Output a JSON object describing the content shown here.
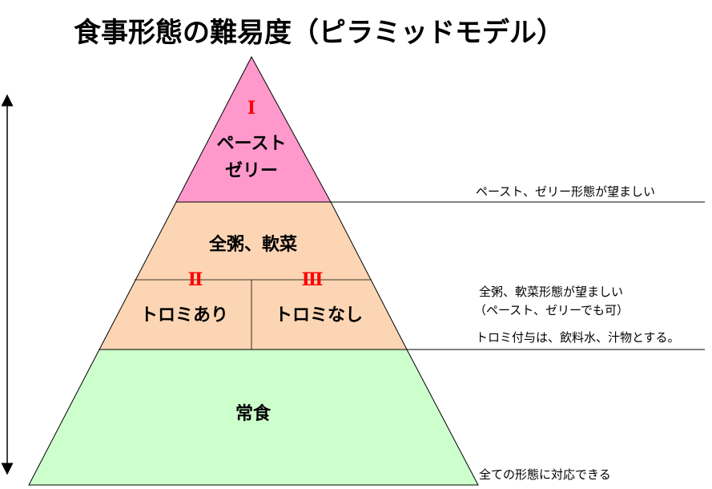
{
  "title": "食事形態の難易度（ピラミッドモデル）",
  "colors": {
    "top": "#ff99cc",
    "middle": "#fcd5b4",
    "bottom": "#ccffcc",
    "roman": "#ff0000",
    "line": "#000000"
  },
  "levels": {
    "top": {
      "roman": "Ⅰ",
      "line1": "ペースト",
      "line2": "ゼリー"
    },
    "middle": {
      "label": "全粥、軟菜",
      "left_roman": "Ⅱ",
      "right_roman": "Ⅲ",
      "left_label": "トロミあり",
      "right_label": "トロミなし"
    },
    "bottom": {
      "label": "常食"
    }
  },
  "notes": {
    "top": "ペースト、ゼリー形態が望ましい",
    "middle_line1": "全粥、軟菜形態が望ましい",
    "middle_line2": "（ペースト、ゼリーでも可）",
    "middle_line3": "トロミ付与は、飲料水、汁物とする。",
    "bottom": "全ての形態に対応できる"
  }
}
